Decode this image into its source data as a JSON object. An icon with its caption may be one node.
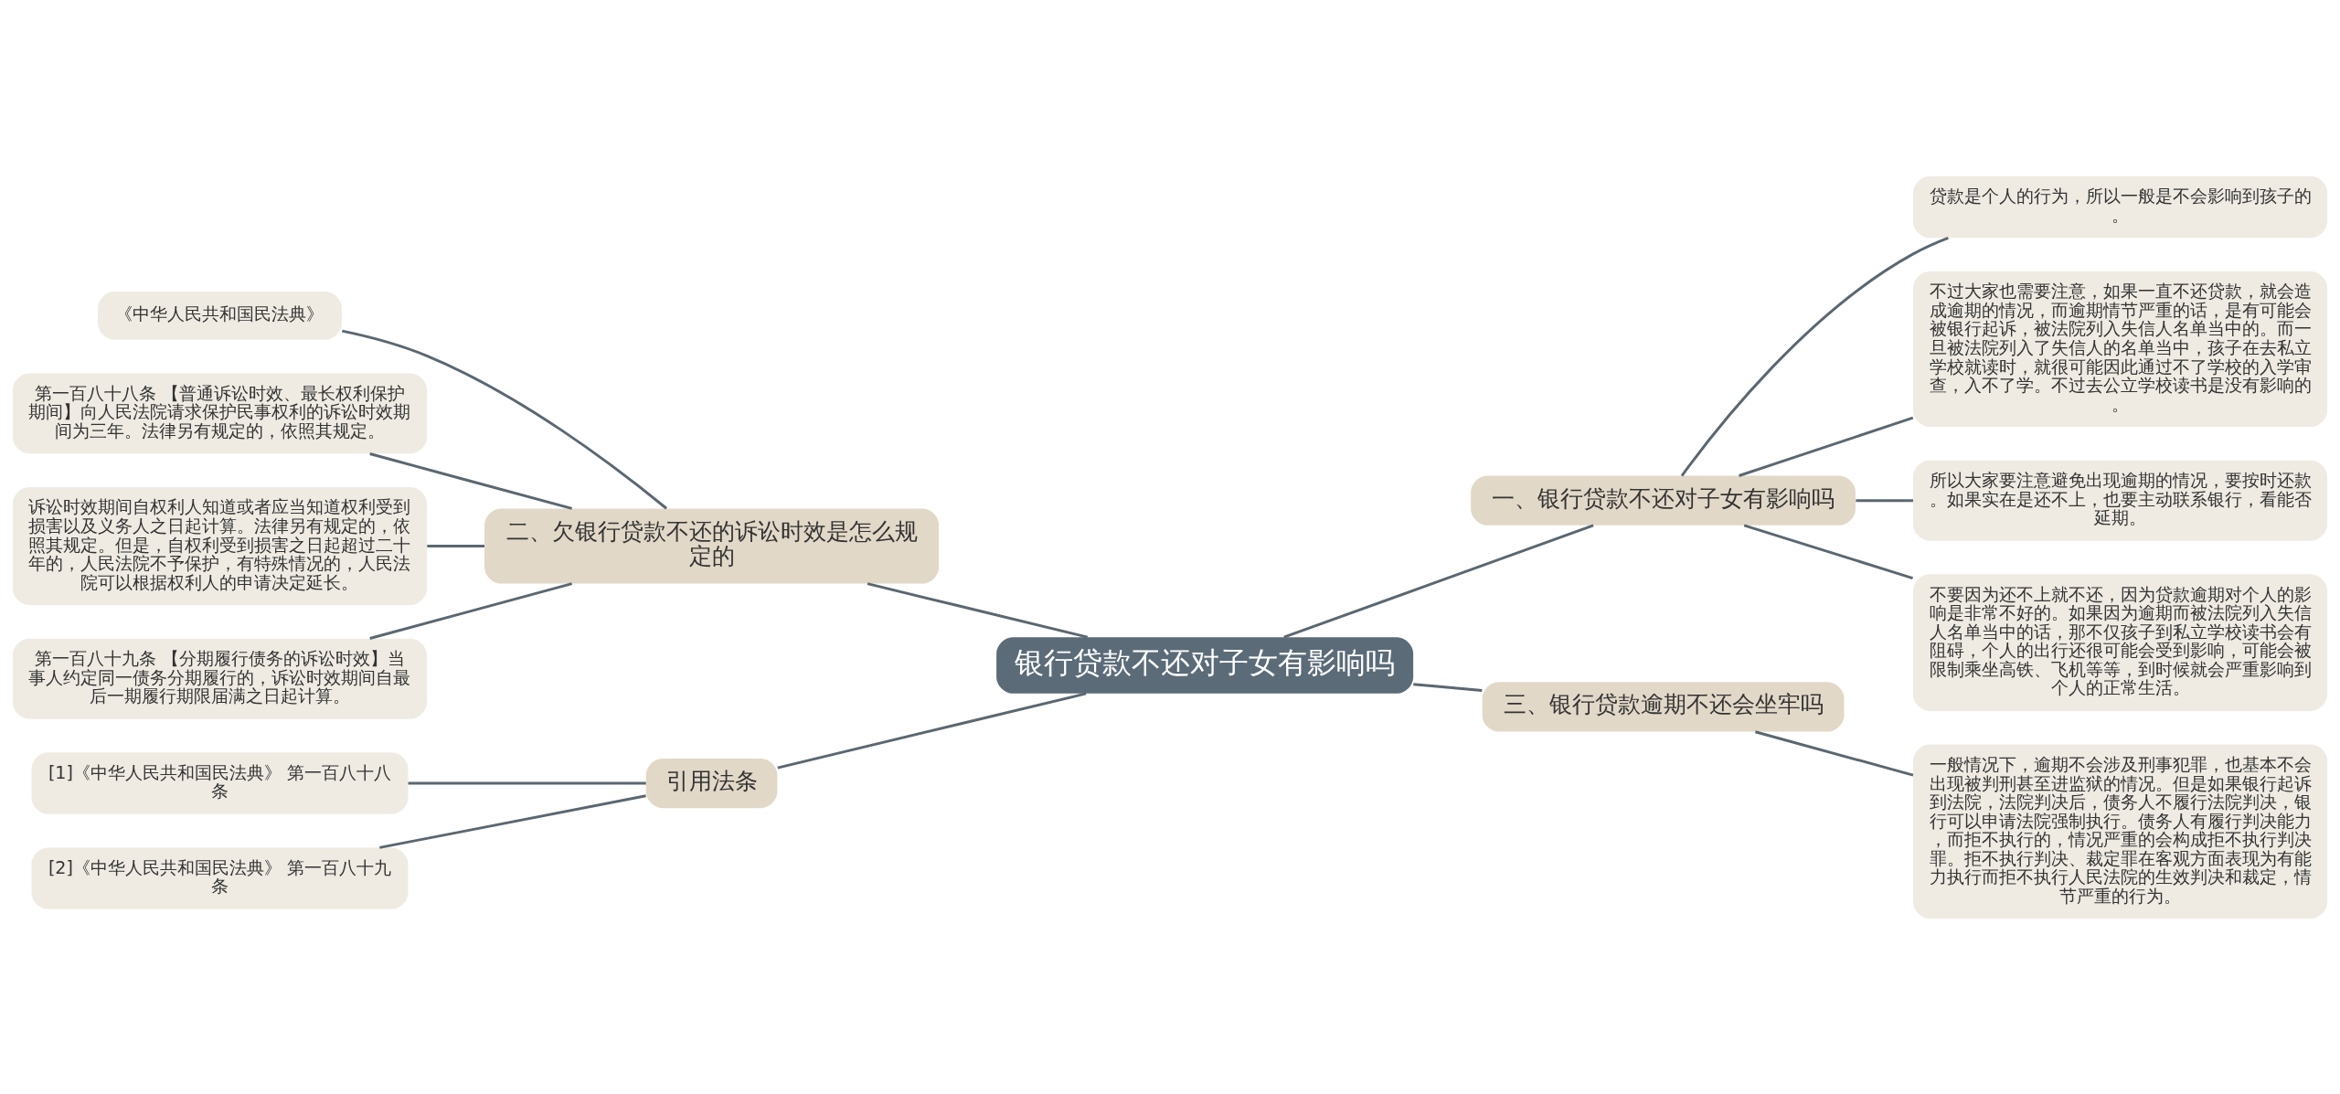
{
  "diagram": {
    "nodes": [
      {
        "text": [
          "银行贷款不还对子女有影响吗"
        ]
      },
      {
        "text": [
          "一、银行贷款不还对子女有影响吗"
        ]
      },
      {
        "text": [
          "贷款是个人的行为，所以一般是不会影响到孩子的。"
        ]
      },
      {
        "text": [
          "不过大家也需要注意，如果一直不还贷款，就会造成逾期的情况，而逾期情节严重的话，是有可能会被银行起诉，被法院列入失信人名单当中的。而一旦被法院列入了失信人的名单当中，孩子在去私立学校就读时，就很可能因此通过不了学校的入学审查，入不了学。不过去公立学校读书是没有影响的。"
        ]
      },
      {
        "text": [
          "所以大家要注意避免出现逾期的情况，要按时还款。如果实在是还不上，也要主动联系银行，看能否延期。"
        ]
      },
      {
        "text": [
          "不要因为还不上就不还，因为贷款逾期对个人的影响是非常不好的。如果因为逾期而被法院列入失信人名单当中的话，那不仅孩子到私立学校读书会有阻碍，个人的出行还很可能会受到影响，可能会被限制乘坐高铁、飞机等等，到时候就会严重影响到个人的正常生活。"
        ]
      },
      {
        "text": [
          "三、银行贷款逾期不还会坐牢吗"
        ]
      },
      {
        "text": [
          "一般情况下，逾期不会涉及刑事犯罪，也基本不会出现被判刑甚至进监狱的情况。但是如果银行起诉到法院，法院判决后，债务人不履行法院判决，银行可以申请法院强制执行。债务人有履行判决能力，而拒不执行的，情况严重的会构成拒不执行判决罪。拒不执行判决、裁定罪在客观方面表现为有能力执行而拒不执行人民法院的生效判决和裁定，情节严重的行为。"
        ]
      },
      {
        "text": [
          "二、欠银行贷款不还的诉讼时效是怎么规定的"
        ]
      },
      {
        "text": [
          "《中华人民共和国民法典》"
        ]
      },
      {
        "text": [
          "第一百八十八条 【普通诉讼时效、最长权利保护期间】向人民法院请求保护民事权利的诉讼时效期间为三年。法律另有规定的，依照其规定。"
        ]
      },
      {
        "text": [
          "诉讼时效期间自权利人知道或者应当知道权利受到损害以及义务人之日起计算。法律另有规定的，依照其规定。但是，自权利受到损害之日起超过二十年的，人民法院不予保护，有特殊情况的，人民法院可以根据权利人的申请决定延长。"
        ]
      },
      {
        "text": [
          "第一百八十九条 【分期履行债务的诉讼时效】当事人约定同一债务分期履行的，诉讼时效期间自最后一期履行期限届满之日起计算。"
        ]
      },
      {
        "text": [
          "引用法条"
        ]
      },
      {
        "text": [
          "[1]《中华人民共和国民法典》 第一百八十八条"
        ]
      },
      {
        "text": [
          "[2]《中华人民共和国民法典》 第一百八十九条"
        ]
      }
    ],
    "edges": [
      {
        "from": 0,
        "to": 1,
        "arrow": "none"
      },
      {
        "from": 1,
        "to": 2,
        "arrow": "none"
      },
      {
        "from": 1,
        "to": 3,
        "arrow": "none"
      },
      {
        "from": 1,
        "to": 4,
        "arrow": "none"
      },
      {
        "from": 1,
        "to": 5,
        "arrow": "none"
      },
      {
        "from": 0,
        "to": 6,
        "arrow": "none"
      },
      {
        "from": 6,
        "to": 7,
        "arrow": "none"
      },
      {
        "from": 0,
        "to": 8,
        "arrow": "none"
      },
      {
        "from": 8,
        "to": 9,
        "arrow": "none"
      },
      {
        "from": 8,
        "to": 10,
        "arrow": "none"
      },
      {
        "from": 8,
        "to": 11,
        "arrow": "none"
      },
      {
        "from": 8,
        "to": 12,
        "arrow": "none"
      },
      {
        "from": 0,
        "to": 13,
        "arrow": "none"
      },
      {
        "from": 13,
        "to": 14,
        "arrow": "none"
      },
      {
        "from": 13,
        "to": 15,
        "arrow": "none"
      }
    ]
  }
}
